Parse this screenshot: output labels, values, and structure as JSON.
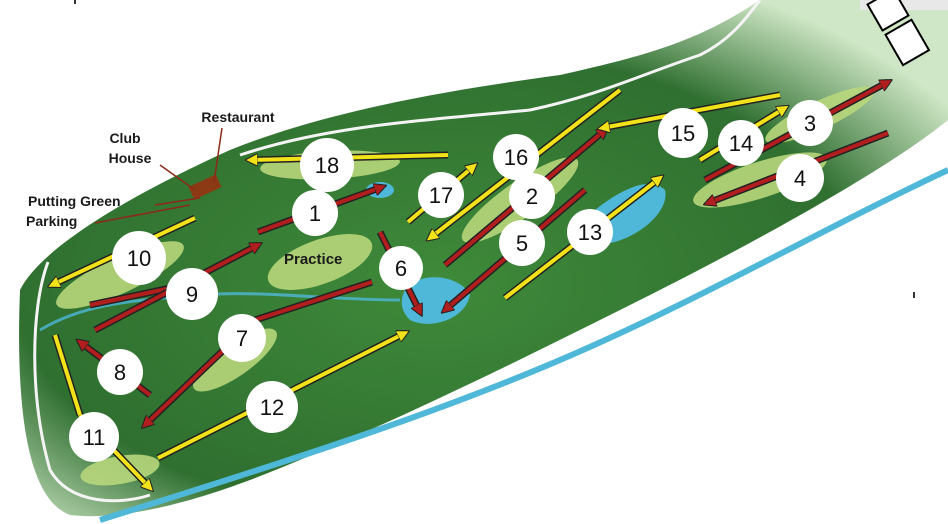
{
  "map": {
    "colors": {
      "fairway_red": "#b21e1e",
      "fairway_yellow": "#f2e21a",
      "water": "#4fb8d8",
      "grass_light": "#b8d77c",
      "grass_dark": "#2c6b2c"
    },
    "facilities": {
      "restaurant": "Restaurant",
      "club_house_line1": "Club",
      "club_house_line2": "House",
      "putting_green": "Putting Green",
      "parking": "Parking",
      "practice": "Practice"
    },
    "holes": [
      {
        "label": "1",
        "color": "red"
      },
      {
        "label": "2",
        "color": "red"
      },
      {
        "label": "3",
        "color": "red"
      },
      {
        "label": "4",
        "color": "red"
      },
      {
        "label": "5",
        "color": "red"
      },
      {
        "label": "6",
        "color": "red"
      },
      {
        "label": "7",
        "color": "red"
      },
      {
        "label": "8",
        "color": "red"
      },
      {
        "label": "9",
        "color": "red"
      },
      {
        "label": "10",
        "color": "yellow"
      },
      {
        "label": "11",
        "color": "yellow"
      },
      {
        "label": "12",
        "color": "yellow"
      },
      {
        "label": "13",
        "color": "yellow"
      },
      {
        "label": "14",
        "color": "yellow"
      },
      {
        "label": "15",
        "color": "yellow"
      },
      {
        "label": "16",
        "color": "yellow"
      },
      {
        "label": "17",
        "color": "yellow"
      },
      {
        "label": "18",
        "color": "yellow"
      }
    ]
  }
}
